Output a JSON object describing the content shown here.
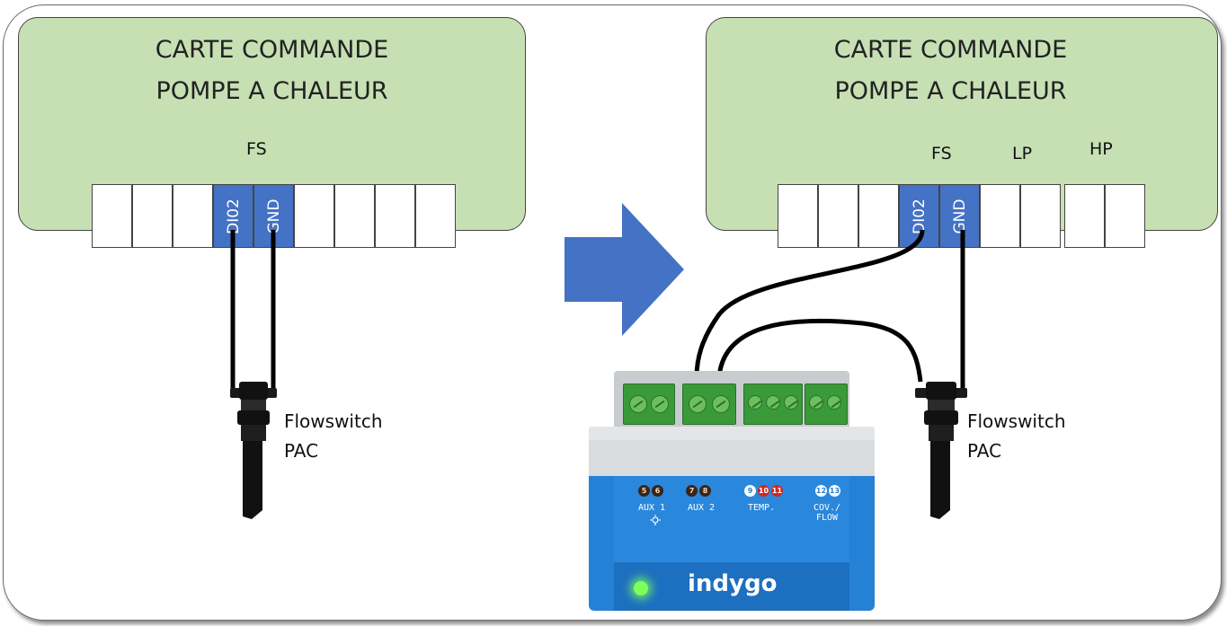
{
  "left_board": {
    "title_line1": "CARTE COMMANDE",
    "title_line2": "POMPE A CHALEUR",
    "pin_fs": "FS",
    "terminal_1": "DI02",
    "terminal_2": "GND"
  },
  "right_board": {
    "title_line1": "CARTE COMMANDE",
    "title_line2": "POMPE A CHALEUR",
    "pin_fs": "FS",
    "pin_lp": "LP",
    "pin_hp": "HP",
    "terminal_1": "DI02",
    "terminal_2": "GND"
  },
  "flowswitch_left": {
    "line1": "Flowswitch",
    "line2": "PAC"
  },
  "flowswitch_right": {
    "line1": "Flowswitch",
    "line2": "PAC"
  },
  "module": {
    "brand": "indygo",
    "aux1_pins": [
      "5",
      "6"
    ],
    "aux2_pins": [
      "7",
      "8"
    ],
    "temp_pins": [
      "9",
      "10",
      "11"
    ],
    "cov_pins": [
      "12",
      "13"
    ],
    "aux1_label": "AUX 1",
    "aux2_label": "AUX 2",
    "temp_label": "TEMP.",
    "cov_label_line1": "COV./",
    "cov_label_line2": "FLOW"
  },
  "colors": {
    "board_fill": "#c6e0b4",
    "terminal_blue": "#4472c4",
    "arrow_blue": "#4472c4",
    "module_blue": "#2581d6",
    "led_green": "#7dff5a"
  }
}
